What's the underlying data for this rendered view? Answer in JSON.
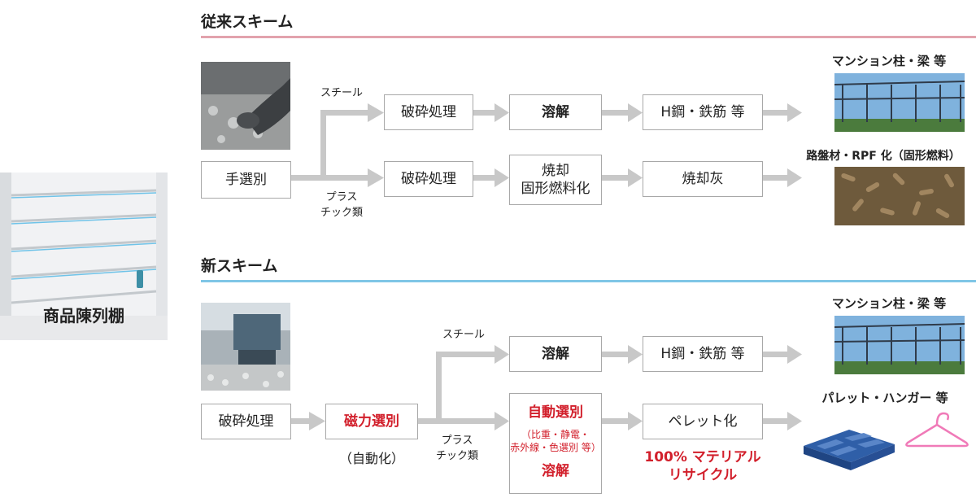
{
  "shelf": {
    "label": "商品陳列棚"
  },
  "old_scheme": {
    "title": "従来スキーム",
    "color": "#e2a3ad",
    "start": "手選別",
    "branch_steel": "スチール",
    "branch_plastic": "プラス\nチック類",
    "steel_row": [
      "破砕処理",
      "溶解",
      "H鋼・鉄筋 等"
    ],
    "plastic_row": {
      "crush": "破砕処理",
      "burn": "焼却\n固形燃料化",
      "ash": "焼却灰"
    },
    "out_steel": "マンション柱・梁 等",
    "out_plastic": "路盤材・RPF 化（固形燃料）"
  },
  "new_scheme": {
    "title": "新スキーム",
    "color": "#7fc6e6",
    "start": "破砕処理",
    "magnetic": "磁力選別",
    "magnetic_note": "（自動化）",
    "branch_steel": "スチール",
    "branch_plastic": "プラス\nチック類",
    "steel_row": [
      "溶解",
      "H鋼・鉄筋 等"
    ],
    "auto_sort": {
      "title": "自動選別",
      "detail": "（比重・静電・\n赤外線・色選別 等）",
      "melt": "溶解"
    },
    "pellet": "ペレット化",
    "recycle_note": "100% マテリアル\nリサイクル",
    "out_steel": "マンション柱・梁 等",
    "out_plastic": "パレット・ハンガー 等"
  },
  "colors": {
    "arrow": "#c8c8c8",
    "accent_red": "#d21f2b",
    "box_border": "#a8a8a8"
  }
}
